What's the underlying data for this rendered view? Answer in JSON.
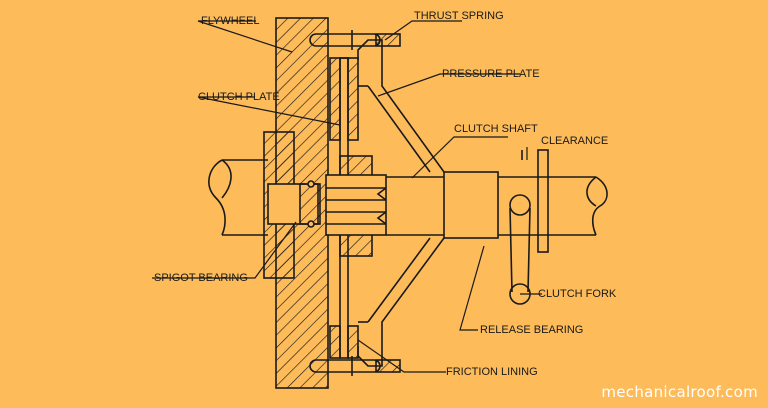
{
  "diagram": {
    "background": "#FDBB5A",
    "ink": "#1a1a1a",
    "labels": {
      "flywheel": "FLYWHEEL",
      "thrust_spring": "THRUST SPRING",
      "pressure_plate": "PRESSURE PLATE",
      "clutch_plate": "CLUTCH PLATE",
      "clutch_shaft": "CLUTCH SHAFT",
      "clearance": "CLEARANCE",
      "spigot_bearing": "SPIGOT BEARING",
      "clutch_fork": "CLUTCH FORK",
      "release_bearing": "RELEASE BEARING",
      "friction_lining": "FRICTION LINING"
    },
    "watermark": "mechanicalroof.com"
  }
}
